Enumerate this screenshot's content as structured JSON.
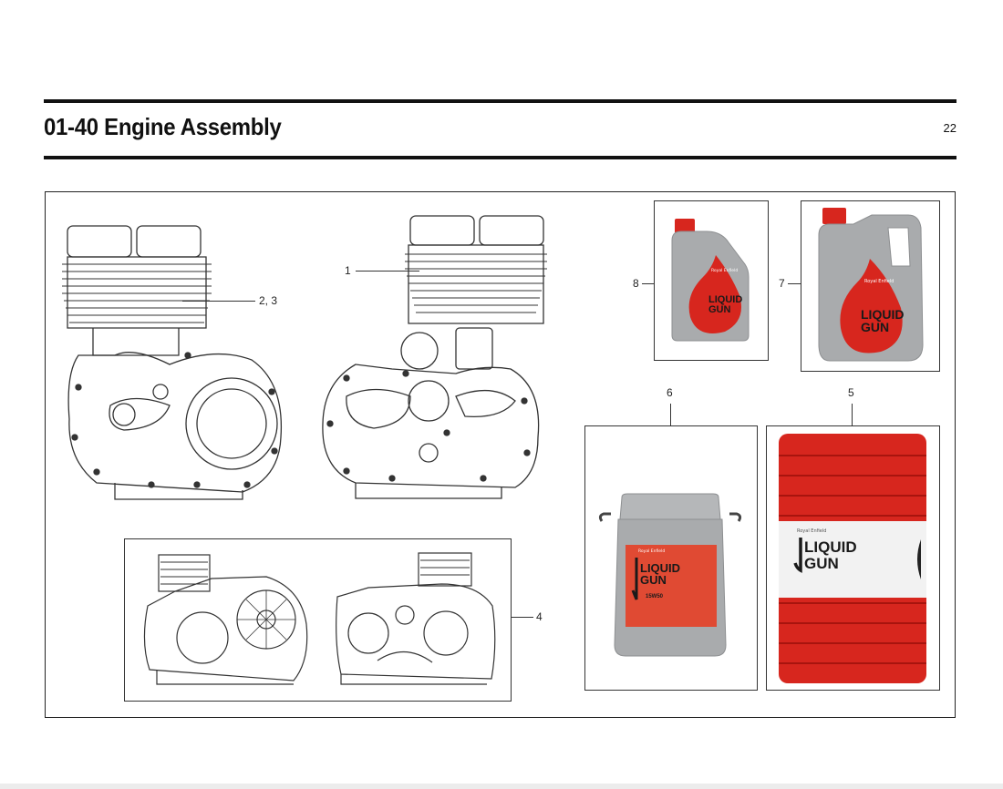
{
  "header": {
    "title": "01-40 Engine Assembly",
    "page_number": "22"
  },
  "callouts": {
    "c1": "1",
    "c23": "2, 3",
    "c4": "4",
    "c5": "5",
    "c6": "6",
    "c7": "7",
    "c8": "8"
  },
  "product": {
    "brand": "Royal Enfield",
    "name_line1": "LIQUID",
    "name_line2": "GUN",
    "bucket_grade": "15W50"
  },
  "colors": {
    "accent_red": "#d7261e",
    "container_grey": "#a9abad",
    "line": "#333333"
  }
}
